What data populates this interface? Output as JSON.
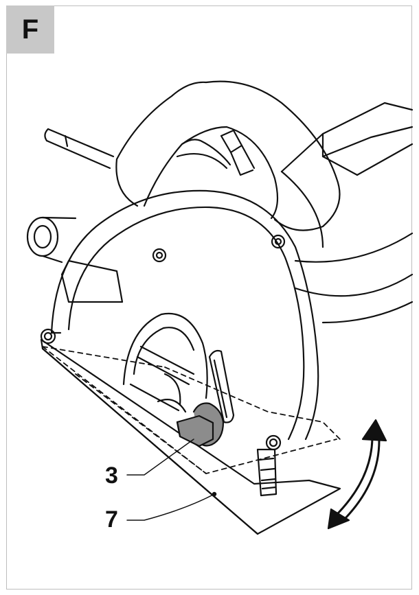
{
  "figure_label": "F",
  "callouts": [
    {
      "id": "3",
      "text": "3"
    },
    {
      "id": "7",
      "text": "7"
    }
  ],
  "colors": {
    "line": "#111111",
    "tag_bg": "#c8c8c8",
    "knob_fill": "#8c8c8c",
    "frame": "#bdbdbd",
    "paper": "#ffffff"
  }
}
